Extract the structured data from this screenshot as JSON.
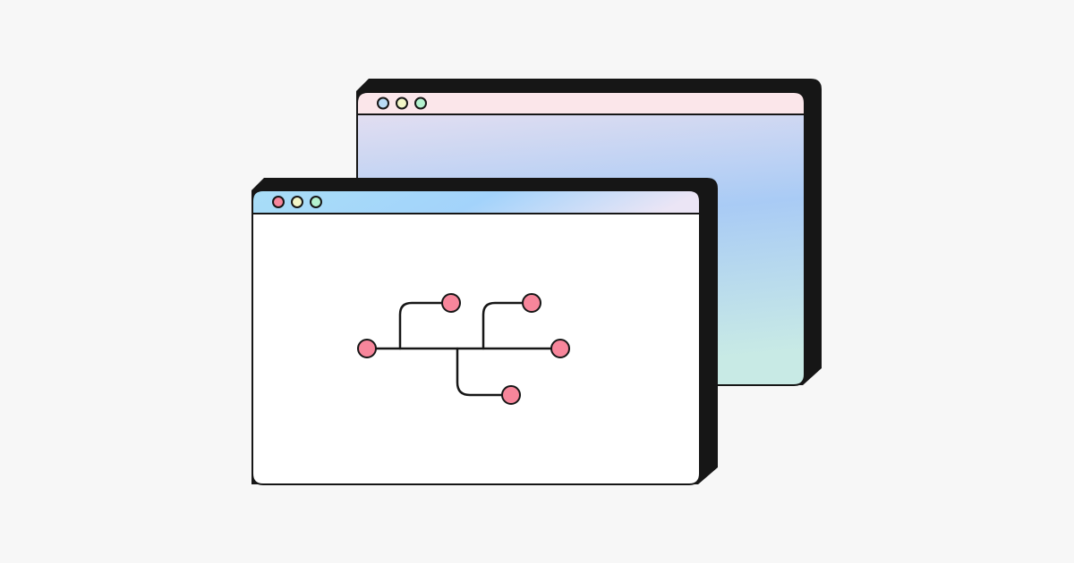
{
  "colors": {
    "background": "#f7f7f7",
    "outline": "#161616",
    "shadow": "#161616",
    "node_fill": "#f7869b",
    "back_titlebar": "#fbe6ea",
    "back_body_top": "#e2def1",
    "back_body_mid": "#a9cbf5",
    "back_body_bottom": "#c8eae5",
    "front_titlebar_start": "#a8def7",
    "front_titlebar_mid": "#a3d3fb",
    "front_titlebar_end": "#ebe5f5",
    "front_body": "#ffffff",
    "dot_red": "#f7869b",
    "dot_blue": "#b9dbf5",
    "dot_yellow": "#f3f7c8",
    "dot_green": "#b4f2cf"
  },
  "back_window": {
    "dots": [
      "dot_blue",
      "dot_yellow",
      "dot_green"
    ]
  },
  "front_window": {
    "dots": [
      "dot_red",
      "dot_yellow",
      "dot_green"
    ],
    "content_icon": "branching-tree-icon",
    "node_count": 5
  }
}
